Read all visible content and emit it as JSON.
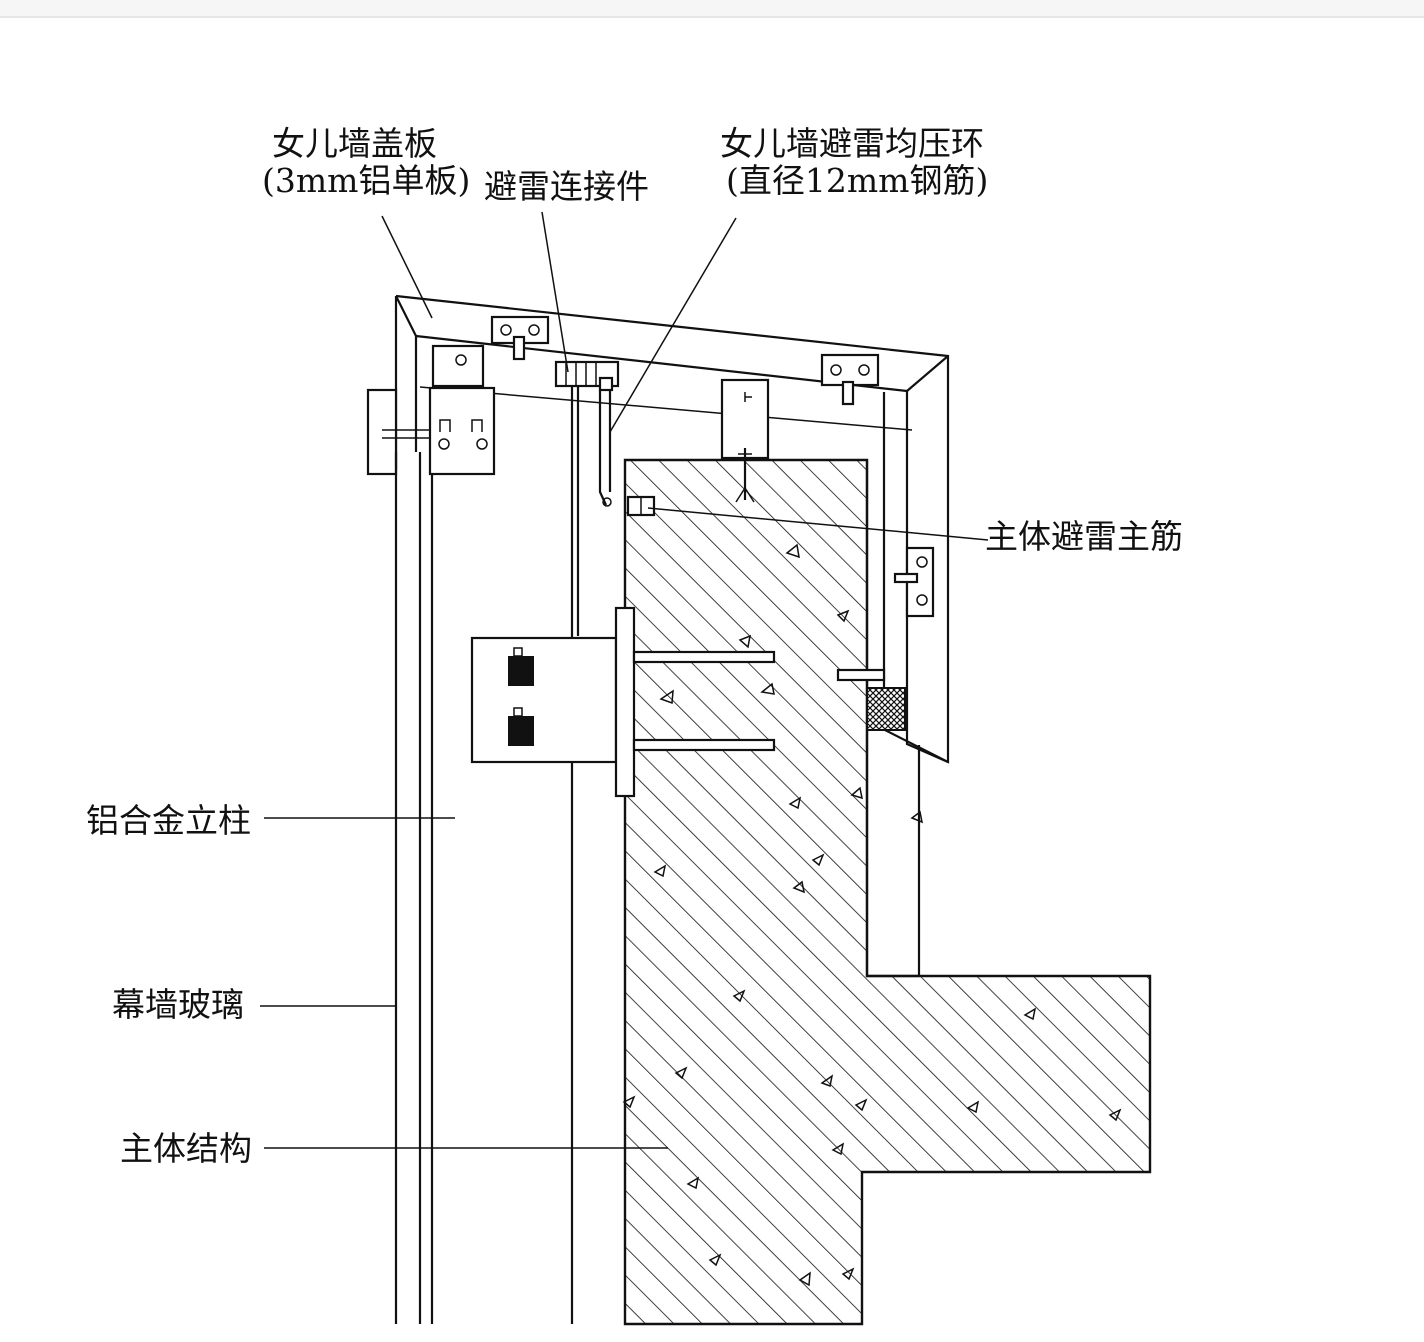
{
  "labels": {
    "coping_line1": "女儿墙盖板",
    "coping_line2": "(3mm铝单板)",
    "connector": "避雷连接件",
    "ring_line1": "女儿墙避雷均压环",
    "ring_line2": "(直径12mm钢筋)",
    "main_rebar": "主体避雷主筋",
    "mullion": "铝合金立柱",
    "glass": "幕墙玻璃",
    "structure": "主体结构"
  },
  "colors": {
    "line": "#111111",
    "background": "#ffffff"
  }
}
